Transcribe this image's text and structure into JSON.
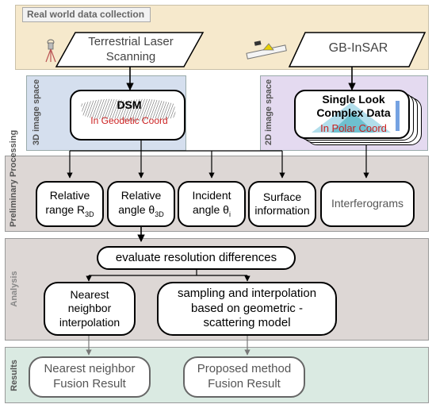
{
  "sections": {
    "collection_title": "Real world data collection",
    "image3d_label": "3D image space",
    "image2d_label": "2D image space",
    "preliminary_label": "Preliminary Processing",
    "analysis_label": "Analysis",
    "results_label": "Results"
  },
  "collection": {
    "tls_line1": "Terrestrial Laser",
    "tls_line2": "Scanning",
    "gbinsar": "GB-InSAR"
  },
  "image_space": {
    "dsm_title": "DSM",
    "dsm_sub": "In Geodetic Coord",
    "slc_line1": "Single Look",
    "slc_line2": "Complex Data",
    "slc_sub": "In Polar Coord"
  },
  "preliminary": {
    "range_line1": "Relative",
    "range_line2": "range R",
    "range_sub": "3D",
    "angle_line1": "Relative",
    "angle_line2": "angle θ",
    "angle_sub": "3D",
    "incident_line1": "Incident",
    "incident_line2": "angle θ",
    "incident_sub": "i",
    "surface_line1": "Surface",
    "surface_line2": "information",
    "interferograms": "Interferograms"
  },
  "analysis": {
    "evaluate": "evaluate resolution differences",
    "nn_line1": "Nearest",
    "nn_line2": "neighbor",
    "nn_line3": "interpolation",
    "si_line1": "sampling and interpolation",
    "si_line2": "based on geometric -",
    "si_line3": "scattering model"
  },
  "results": {
    "nn_line1": "Nearest neighbor",
    "nn_line2": "Fusion Result",
    "pm_line1": "Proposed method",
    "pm_line2": "Fusion Result"
  },
  "colors": {
    "collection_bg": "#f6e9cc",
    "image3d_bg": "#d5dfee",
    "image2d_bg": "#e4daf0",
    "preliminary_bg": "#ddd7d5",
    "analysis_bg": "#ddd7d5",
    "results_bg": "#daeae2",
    "dsm_red": "#cc2222",
    "slc_red": "#cc2222"
  }
}
